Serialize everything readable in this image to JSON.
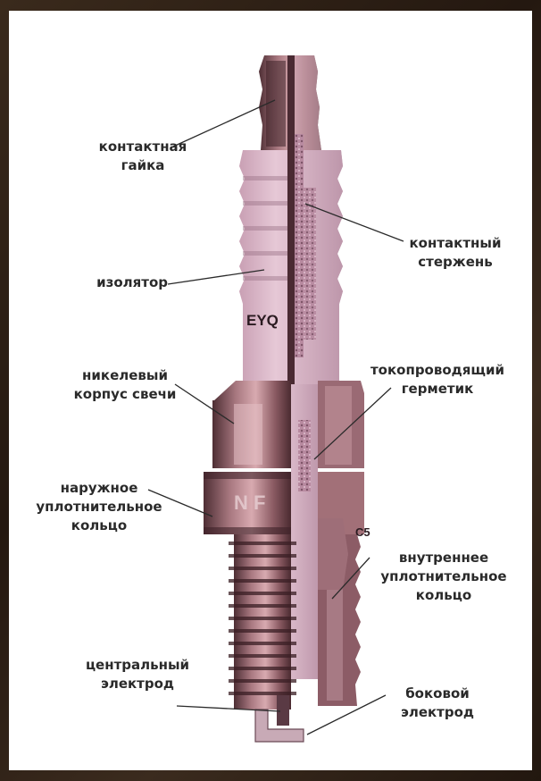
{
  "labels": {
    "contact_nut": [
      "контактная",
      "гайка"
    ],
    "contact_rod": [
      "контактный",
      "стержень"
    ],
    "insulator": [
      "изолятор"
    ],
    "nickel_body": [
      "никелевый",
      "корпус свечи"
    ],
    "conductive_sealant": [
      "токопроводящий",
      "герметик"
    ],
    "outer_seal_ring": [
      "наружное",
      "уплотнительное",
      "кольцо"
    ],
    "inner_seal_ring": [
      "внутреннее",
      "уплотнительное",
      "кольцо"
    ],
    "center_electrode": [
      "центральный",
      "электрод"
    ],
    "side_electrode": [
      "боковой",
      "электрод"
    ]
  },
  "insulator_marking": "EYQ",
  "body_marking": "N F",
  "body_marking_right": "C5",
  "colors": {
    "frame": "#2a1e14",
    "panel": "#ffffff",
    "insulator_pink": "#d8b2c4",
    "insulator_shadow": "#b48ea2",
    "metal_dark": "#5c3a40",
    "metal_mid": "#8e5e66",
    "leader": "#2a2a2a"
  }
}
